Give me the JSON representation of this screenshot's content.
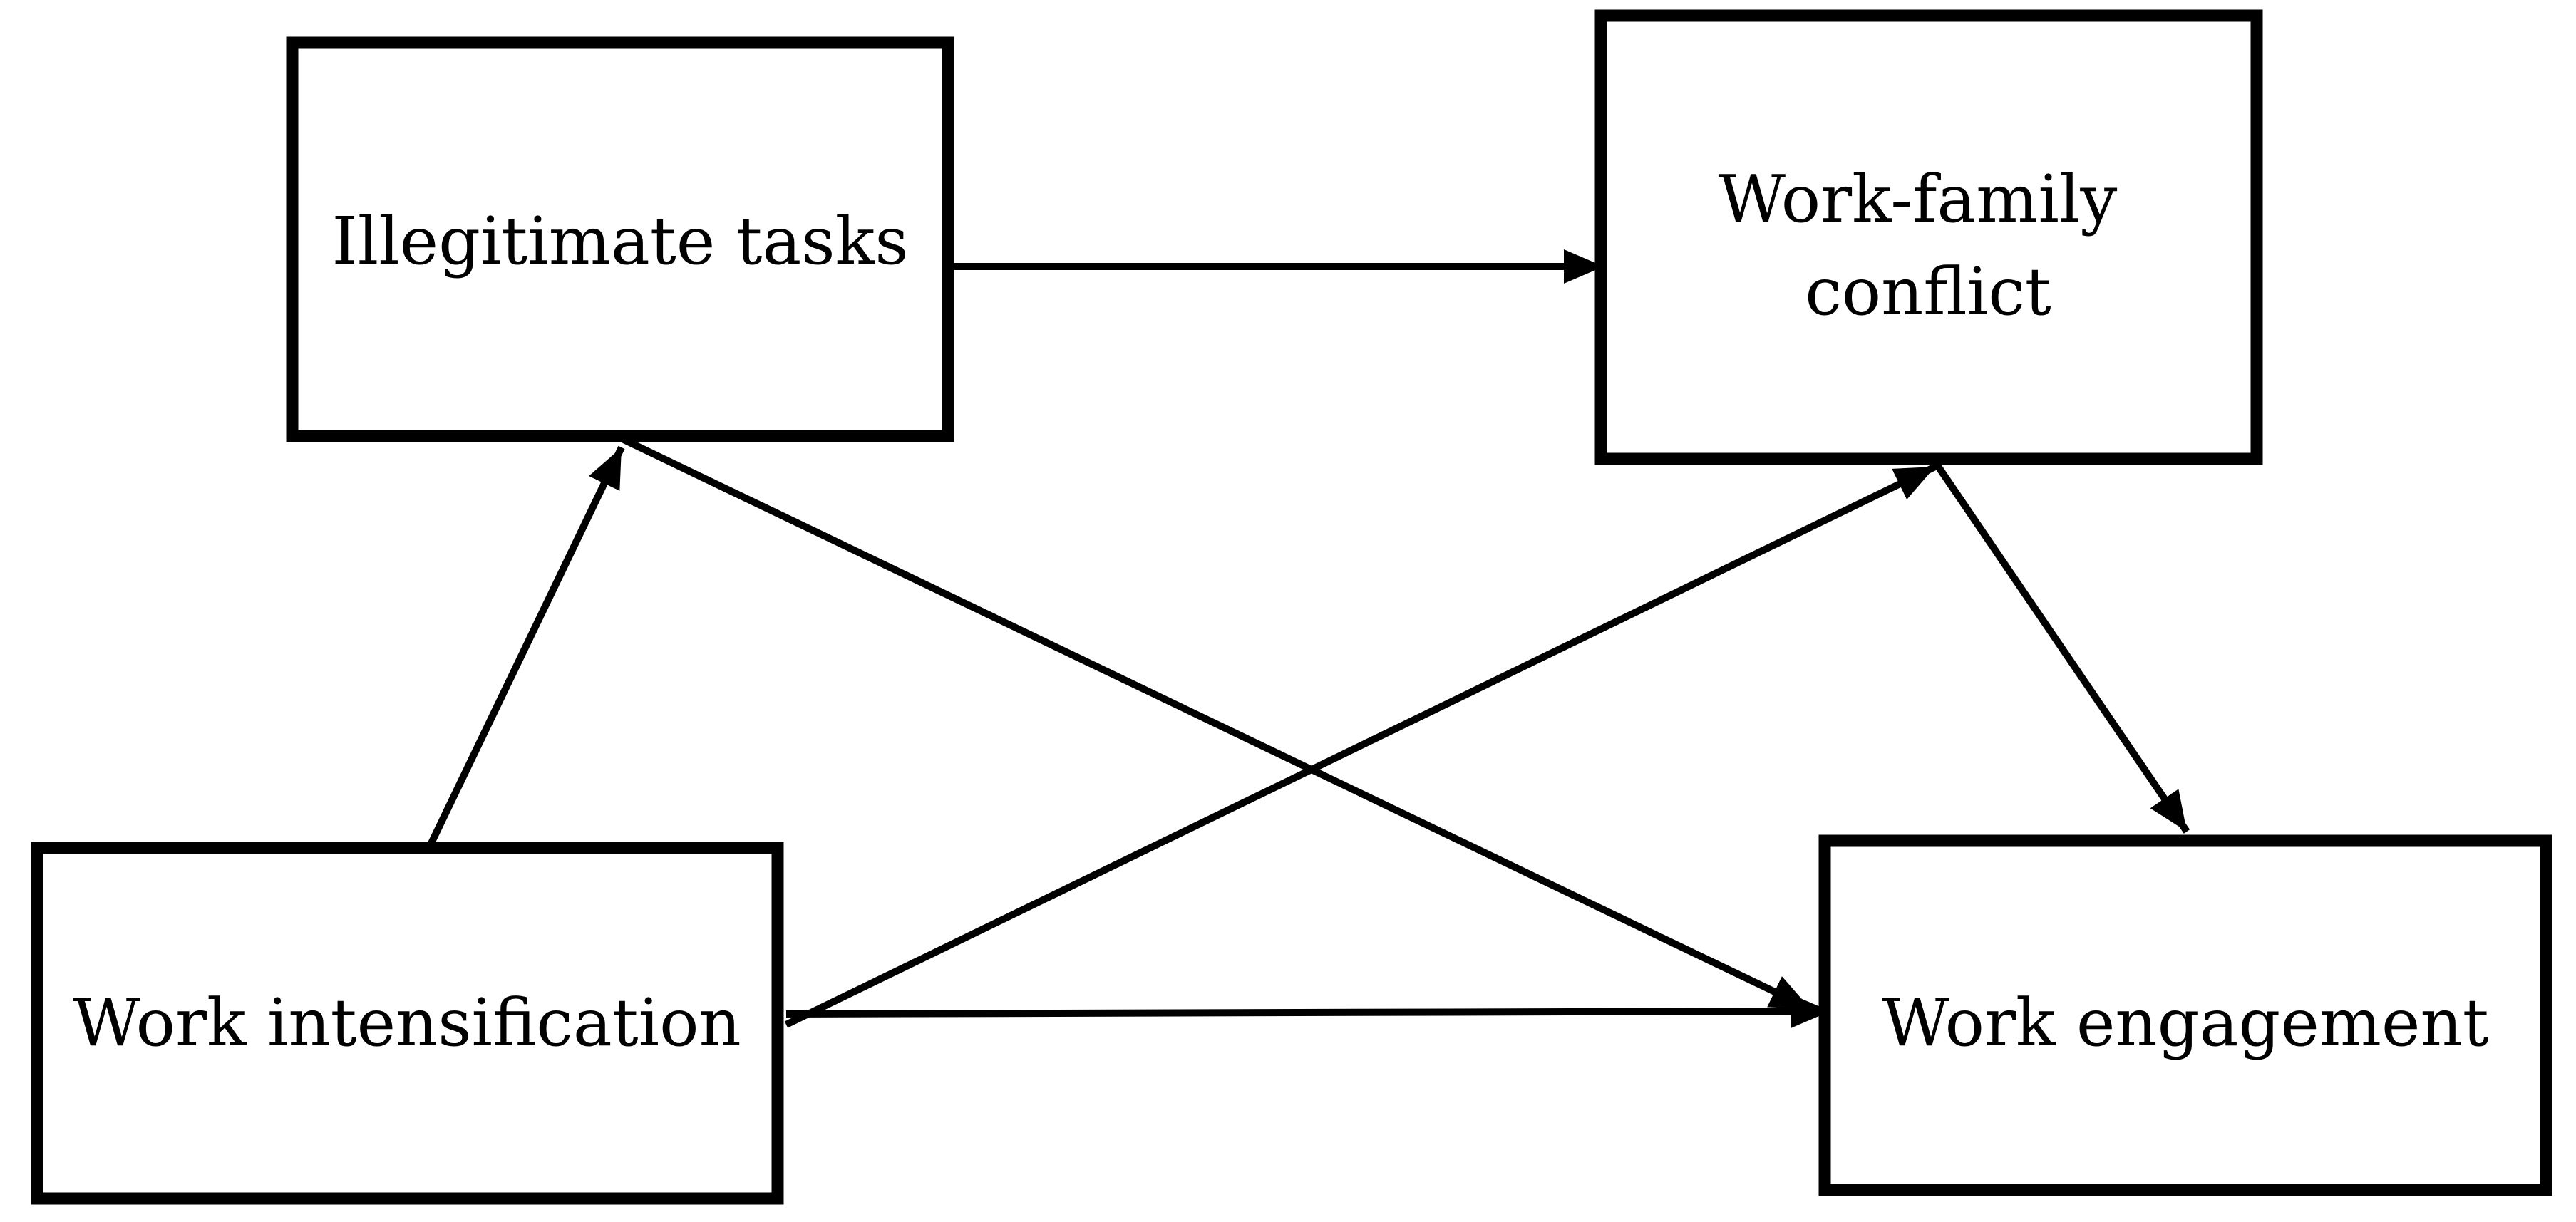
{
  "nodes": {
    "illegitimate_tasks": {
      "lines": [
        "Illegitimate tasks"
      ]
    },
    "work_family_conflict": {
      "lines": [
        "Work-family",
        "conflict"
      ]
    },
    "work_intensification": {
      "lines": [
        "Work intensification"
      ]
    },
    "work_engagement": {
      "lines": [
        "Work engagement"
      ]
    }
  },
  "edges": [
    {
      "from": "work_intensification",
      "to": "illegitimate_tasks"
    },
    {
      "from": "work_intensification",
      "to": "work_family_conflict"
    },
    {
      "from": "work_intensification",
      "to": "work_engagement"
    },
    {
      "from": "illegitimate_tasks",
      "to": "work_family_conflict"
    },
    {
      "from": "illegitimate_tasks",
      "to": "work_engagement"
    },
    {
      "from": "work_family_conflict",
      "to": "work_engagement"
    }
  ],
  "colors": {
    "stroke": "#000000",
    "background": "#ffffff"
  }
}
